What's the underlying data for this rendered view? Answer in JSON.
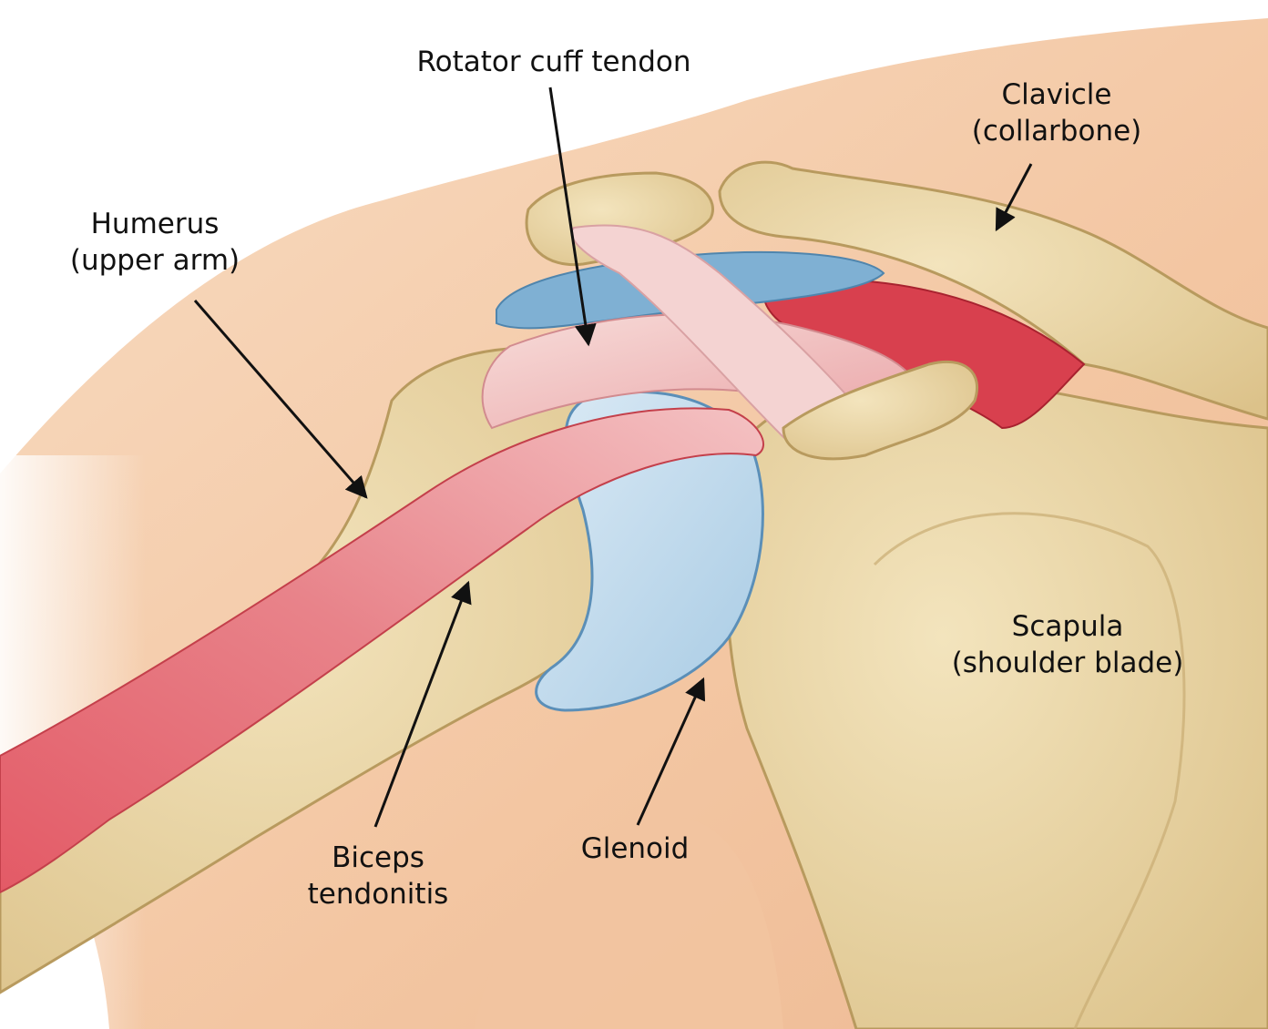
{
  "labels": {
    "rotator_cuff": "Rotator cuff tendon",
    "clavicle": [
      "Clavicle",
      "(collarbone)"
    ],
    "humerus": [
      "Humerus",
      "(upper arm)"
    ],
    "scapula": [
      "Scapula",
      "(shoulder blade)"
    ],
    "biceps": [
      "Biceps",
      "tendonitis"
    ],
    "glenoid": "Glenoid"
  },
  "colors": {
    "skin": "#f3c9a6",
    "bone": "#e8d2a0",
    "muscle": "#d8404e",
    "tendon": "#f2c4c4",
    "cartilage": "#86b6d6",
    "label_text": "#111111",
    "arrow": "#111111"
  }
}
